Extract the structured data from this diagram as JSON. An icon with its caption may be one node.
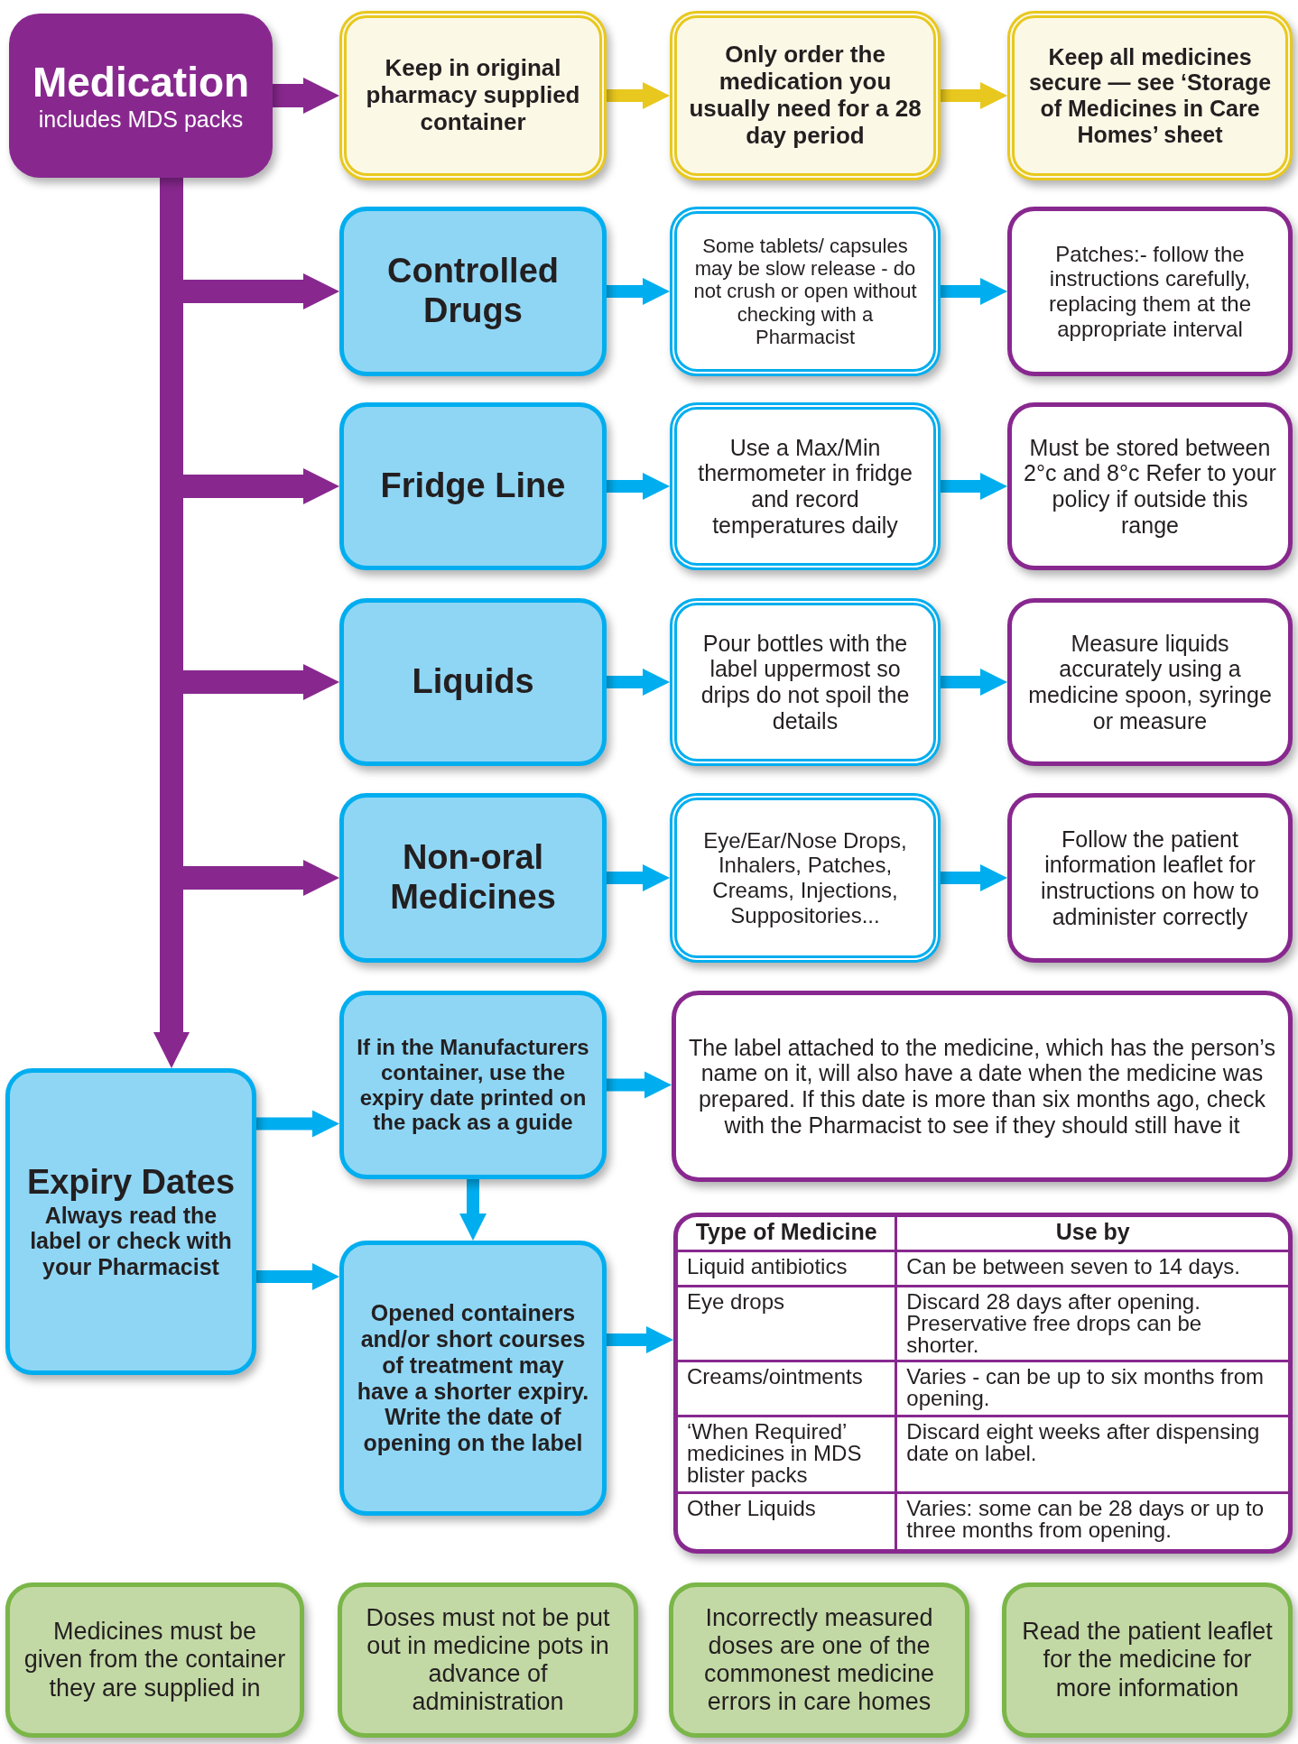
{
  "diagram": {
    "nodes": [
      {
        "text": [
          "Medication",
          "includes MDS packs"
        ]
      },
      {
        "text": [
          "Keep in original pharmacy supplied container"
        ]
      },
      {
        "text": [
          "Only order the medication you usually need for a 28 day period"
        ]
      },
      {
        "text": [
          "Keep all medicines secure — see ‘Storage of Medicines in Care Homes’ sheet"
        ]
      },
      {
        "text": [
          "Controlled Drugs"
        ]
      },
      {
        "text": [
          "Some tablets/ capsules may be slow release - do not crush or open without checking with a Pharmacist"
        ]
      },
      {
        "text": [
          "Patches:- follow the instructions carefully, replacing them at the appropriate interval"
        ]
      },
      {
        "text": [
          "Fridge Line"
        ]
      },
      {
        "text": [
          "Use a Max/Min thermometer in fridge and record temperatures daily"
        ]
      },
      {
        "text": [
          "Must be stored between 2°c and 8°c Refer to your policy if outside this range"
        ]
      },
      {
        "text": [
          "Liquids"
        ]
      },
      {
        "text": [
          "Pour bottles with the label uppermost so drips do not spoil the details"
        ]
      },
      {
        "text": [
          "Measure liquids accurately using a medicine spoon, syringe or measure"
        ]
      },
      {
        "text": [
          "Non-oral Medicines"
        ]
      },
      {
        "text": [
          "Eye/Ear/Nose Drops, Inhalers, Patches, Creams, Injections, Suppositories..."
        ]
      },
      {
        "text": [
          "Follow the patient information leaflet for instructions on how to administer correctly"
        ]
      },
      {
        "text": [
          "Expiry Dates",
          "Always read the label or check with your Pharmacist"
        ]
      },
      {
        "text": [
          "If in the Manufacturers container, use the expiry date printed on the pack as a guide"
        ]
      },
      {
        "text": [
          "The label attached to the medicine, which has the person’s name on it, will also have a date when the medicine was prepared. If this date is more than six months ago, check with the Pharmacist to see if they should still have it"
        ]
      },
      {
        "text": [
          "Opened containers and/or short courses of treatment may have a shorter expiry. Write the date of opening on the label"
        ]
      },
      {
        "text": [],
        "shape": "table"
      },
      {
        "text": [
          "Medicines must be given from the container they are supplied in"
        ]
      },
      {
        "text": [
          "Doses must not be put out in medicine pots in advance of administration"
        ]
      },
      {
        "text": [
          "Incorrectly measured doses are one of the commonest medicine errors in care homes"
        ]
      },
      {
        "text": [
          "Read the patient leaflet for the medicine for more information"
        ]
      }
    ],
    "edges": [
      {
        "from": 0,
        "to": 1,
        "arrow": "to",
        "style": "thick",
        "color": "#88288f"
      },
      {
        "from": 1,
        "to": 2,
        "arrow": "to",
        "color": "#e8c81e"
      },
      {
        "from": 2,
        "to": 3,
        "arrow": "to",
        "color": "#e8c81e"
      },
      {
        "from": 0,
        "to": 4,
        "arrow": "to",
        "style": "thick",
        "color": "#88288f"
      },
      {
        "from": 4,
        "to": 5,
        "arrow": "to"
      },
      {
        "from": 5,
        "to": 6,
        "arrow": "to"
      },
      {
        "from": 0,
        "to": 7,
        "arrow": "to",
        "style": "thick",
        "color": "#88288f"
      },
      {
        "from": 7,
        "to": 8,
        "arrow": "to"
      },
      {
        "from": 8,
        "to": 9,
        "arrow": "to"
      },
      {
        "from": 0,
        "to": 10,
        "arrow": "to",
        "style": "thick",
        "color": "#88288f"
      },
      {
        "from": 10,
        "to": 11,
        "arrow": "to"
      },
      {
        "from": 11,
        "to": 12,
        "arrow": "to"
      },
      {
        "from": 0,
        "to": 13,
        "arrow": "to",
        "style": "thick",
        "color": "#88288f"
      },
      {
        "from": 13,
        "to": 14,
        "arrow": "to"
      },
      {
        "from": 14,
        "to": 15,
        "arrow": "to"
      },
      {
        "from": 0,
        "to": 16,
        "arrow": "to",
        "style": "thick",
        "color": "#88288f"
      },
      {
        "from": 16,
        "to": 17,
        "arrow": "to"
      },
      {
        "from": 17,
        "to": 18,
        "arrow": "to"
      },
      {
        "from": 16,
        "to": 19,
        "arrow": "to"
      },
      {
        "from": 17,
        "to": 19,
        "arrow": "to"
      },
      {
        "from": 19,
        "to": 20,
        "arrow": "to"
      }
    ],
    "labels": [
      "Type of Medicine",
      "Use by",
      "Liquid antibiotics",
      "Can be between seven to 14 days.",
      "Eye drops",
      "Discard 28 days after opening. Preservative free drops can be shorter.",
      "Creams/ointments",
      "Varies - can be up to six months from opening.",
      "‘When Required’ medicines in MDS blister packs",
      "Discard eight weeks after dispensing date on label.",
      "Other Liquids",
      "Varies: some can be 28 days or up to three months from opening."
    ]
  }
}
